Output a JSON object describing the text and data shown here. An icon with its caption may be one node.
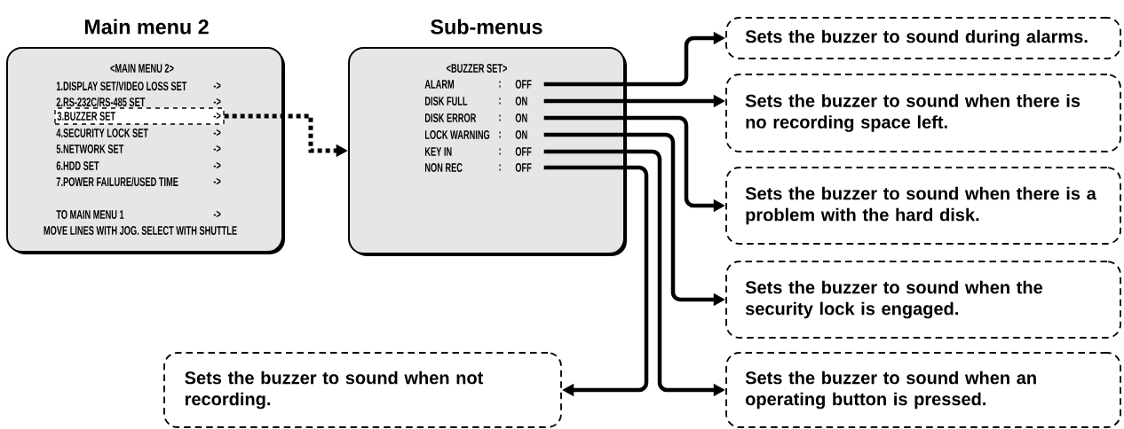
{
  "diagram": {
    "nodes": [
      {
        "text": [
          "Main menu 2",
          "<MAIN MENU 2>",
          "1.DISPLAY SET/VIDEO LOSS SET",
          "->",
          "2.RS-232C/RS-485 SET",
          "->",
          "4.SECURITY LOCK SET",
          "->",
          "5.NETWORK SET",
          "->",
          "6.HDD SET",
          "->",
          "7.POWER FAILURE/USED TIME",
          "->",
          "TO MAIN MENU 1",
          "->",
          "MOVE LINES WITH JOG. SELECT WITH SHUTTLE"
        ]
      },
      {
        "text": [
          "3.BUZZER SET",
          "->"
        ],
        "in": 0
      },
      {
        "text": [
          "Sub-menus",
          "<BUZZER SET>"
        ]
      },
      {
        "text": [
          "ALARM",
          ":",
          "OFF"
        ],
        "in": 2
      },
      {
        "text": [
          "DISK FULL",
          ":",
          "ON"
        ],
        "in": 2
      },
      {
        "text": [
          "DISK ERROR",
          ":",
          "ON"
        ],
        "in": 2
      },
      {
        "text": [
          "LOCK WARNING",
          ":",
          "ON"
        ],
        "in": 2
      },
      {
        "text": [
          "KEY IN",
          ":",
          "OFF"
        ],
        "in": 2
      },
      {
        "text": [
          "NON REC",
          ":",
          "OFF"
        ],
        "in": 2
      },
      {
        "text": [
          "Sets the buzzer to sound during alarms."
        ]
      },
      {
        "text": [
          "Sets the buzzer to sound when there is no recording space left."
        ]
      },
      {
        "text": [
          "Sets the buzzer to sound when there is a problem with the hard disk."
        ]
      },
      {
        "text": [
          "Sets the buzzer to sound when the security lock is engaged."
        ]
      },
      {
        "text": [
          "Sets the buzzer to sound when not recording."
        ]
      },
      {
        "text": [
          "Sets the buzzer to sound when an operating button is pressed."
        ]
      }
    ],
    "edges": [
      {
        "from": 1,
        "to": 2,
        "arrow": "to",
        "style": "dashed"
      },
      {
        "from": 3,
        "to": 9,
        "arrow": "to"
      },
      {
        "from": 4,
        "to": 10,
        "arrow": "to"
      },
      {
        "from": 5,
        "to": 11,
        "arrow": "to"
      },
      {
        "from": 6,
        "to": 12,
        "arrow": "to"
      },
      {
        "from": 7,
        "to": 14,
        "arrow": "to"
      },
      {
        "from": 8,
        "to": 13,
        "arrow": "to"
      }
    ]
  }
}
